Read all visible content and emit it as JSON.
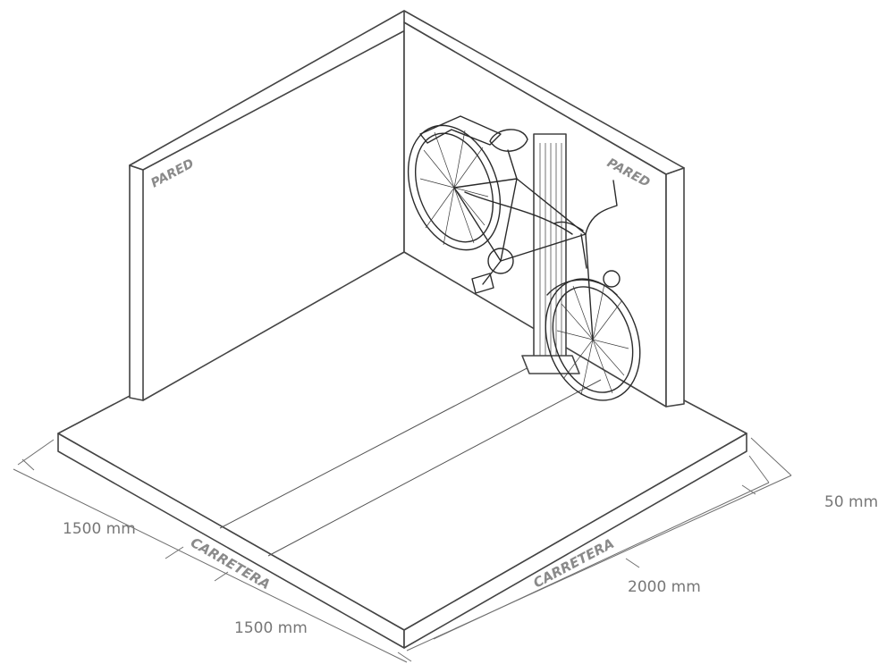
{
  "labels": {
    "wall_left": "PARED",
    "wall_right": "PARED",
    "road_left": "CARRETERA",
    "road_right": "CARRETERA"
  },
  "dimensions": {
    "depth_top": "1500 mm",
    "depth_bottom": "1500 mm",
    "length": "2000 mm",
    "thickness": "50 mm"
  }
}
